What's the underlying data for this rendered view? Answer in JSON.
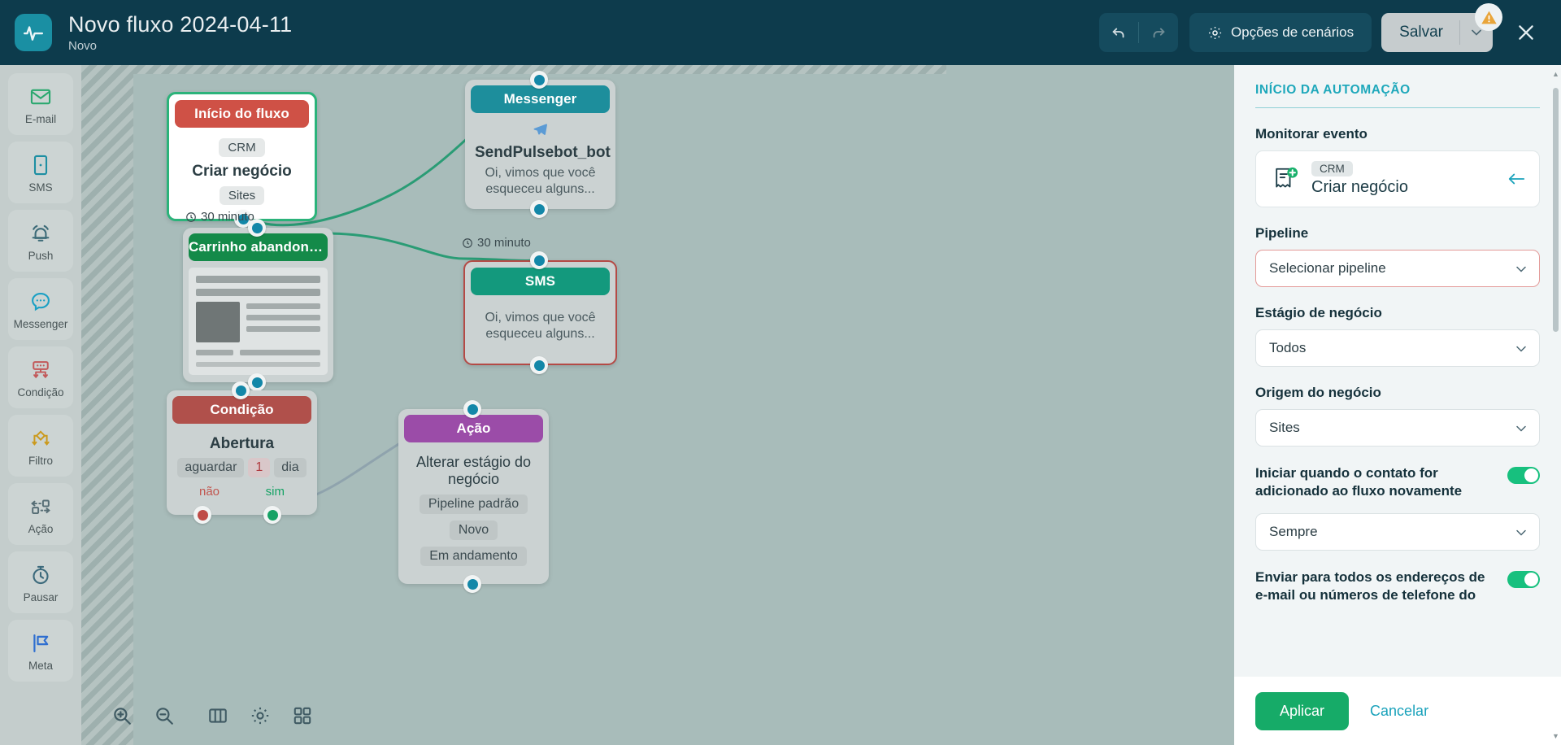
{
  "header": {
    "logo_icon": "pulse-logo-icon",
    "title": "Novo fluxo 2024-04-11",
    "subtitle": "Novo",
    "undo_label": "undo-icon",
    "redo_label": "redo-icon",
    "scenarios_label": "Opções de cenários",
    "save_label": "Salvar",
    "close_label": "close-icon",
    "warning_label": "warning-icon"
  },
  "sidebar": {
    "items": [
      {
        "label": "E-mail",
        "icon": "email-icon",
        "color": "#2aa86f"
      },
      {
        "label": "SMS",
        "icon": "sms-icon",
        "color": "#1d8fa3"
      },
      {
        "label": "Push",
        "icon": "push-icon",
        "color": "#3d6b78"
      },
      {
        "label": "Messenger",
        "icon": "messenger-icon",
        "color": "#1aa0c4"
      },
      {
        "label": "Condição",
        "icon": "condicao-icon",
        "color": "#c2595a"
      },
      {
        "label": "Filtro",
        "icon": "filtro-icon",
        "color": "#cb9a1d"
      },
      {
        "label": "Ação",
        "icon": "acao-icon",
        "color": "#566d75"
      },
      {
        "label": "Pausar",
        "icon": "pausar-icon",
        "color": "#3c6a7c"
      },
      {
        "label": "Meta",
        "icon": "meta-flag-icon",
        "color": "#2f6fd0"
      }
    ]
  },
  "canvas": {
    "nodes": [
      {
        "id": "start",
        "header": "Início do fluxo",
        "tag": "CRM",
        "main": "Criar negócio",
        "chip": "Sites",
        "header_color": "#cf5146",
        "selected": true
      },
      {
        "id": "cart",
        "header": "Carrinho abandona...",
        "header_color": "#148a49",
        "type": "email-skeleton"
      },
      {
        "id": "messenger",
        "header": "Messenger",
        "header_color": "#1d8e9c",
        "icon": "telegram-icon",
        "main": "SendPulsebot_bot",
        "text": "Oi, vimos que você esqueceu alguns...",
        "delay": ""
      },
      {
        "id": "sms",
        "header": "SMS",
        "header_color": "#13997d",
        "text": "Oi, vimos que você esqueceu alguns...",
        "error": true
      },
      {
        "id": "condicao",
        "header": "Condição",
        "header_color": "#b0504b",
        "main": "Abertura",
        "wait_label": "aguardar",
        "wait_value": "1",
        "wait_unit": "dia",
        "branch_no": "não",
        "branch_yes": "sim"
      },
      {
        "id": "acao",
        "header": "Ação",
        "header_color": "#9b4ca8",
        "main": "Alterar estágio do negócio",
        "chips": [
          "Pipeline padrão",
          "Novo",
          "Em andamento"
        ]
      }
    ],
    "delay_labels": [
      {
        "id": "delay-start",
        "text": "30 minuto",
        "icon": "clock-icon"
      },
      {
        "id": "delay-sms",
        "text": "30 minuto",
        "icon": "clock-icon"
      }
    ],
    "toolbar": [
      {
        "name": "zoom-in",
        "icon": "zoom-in-icon"
      },
      {
        "name": "zoom-out",
        "icon": "zoom-out-icon"
      },
      {
        "name": "fit-view",
        "icon": "fit-view-icon"
      },
      {
        "name": "settings",
        "icon": "gear-icon"
      },
      {
        "name": "layout",
        "icon": "layout-grid-icon"
      }
    ]
  },
  "panel": {
    "title": "INÍCIO DA AUTOMAÇÃO",
    "monitor_label": "Monitorar evento",
    "event": {
      "icon": "create-deal-icon",
      "tag": "CRM",
      "name": "Criar negócio",
      "back_icon": "arrow-left-icon"
    },
    "pipeline_label": "Pipeline",
    "pipeline_value": "Selecionar pipeline",
    "stage_label": "Estágio de negócio",
    "stage_value": "Todos",
    "origin_label": "Origem do negócio",
    "origin_value": "Sites",
    "restart_label": "Iniciar quando o contato for adicionado ao fluxo novamente",
    "restart_enabled": true,
    "restart_value": "Sempre",
    "sendall_label": "Enviar para todos os endereços de e-mail ou números de telefone do",
    "sendall_enabled": true,
    "apply_label": "Aplicar",
    "cancel_label": "Cancelar"
  }
}
